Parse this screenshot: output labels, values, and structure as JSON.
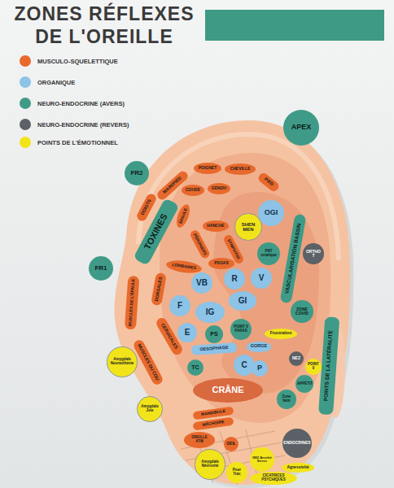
{
  "diagram": {
    "title": "ZONES RÉFLEXES DE L'OREILLE",
    "nodes": [
      {
        "text": [
          "APEX"
        ]
      },
      {
        "text": [
          "FR2"
        ]
      },
      {
        "text": [
          "MAIN/PIED"
        ]
      },
      {
        "text": [
          "POIGNET"
        ]
      },
      {
        "text": [
          "CHEVILLE"
        ]
      },
      {
        "text": [
          "PIED"
        ]
      },
      {
        "text": [
          "COUDE"
        ]
      },
      {
        "text": [
          "GENOU"
        ]
      },
      {
        "text": [
          "OGI"
        ]
      },
      {
        "text": [
          "DOIGTS"
        ]
      },
      {
        "text": [
          "ÉPAULE"
        ]
      },
      {
        "text": [
          "HANCHE"
        ]
      },
      {
        "text": [
          "SHEN MEN"
        ]
      },
      {
        "text": [
          "TOXINES"
        ]
      },
      {
        "text": [
          "PÉRONIERS"
        ]
      },
      {
        "text": [
          "SYMPHYSE"
        ]
      },
      {
        "text": [
          "VASCULARISATION BASSIN"
        ]
      },
      {
        "text": [
          "PNT sciatique"
        ]
      },
      {
        "text": [
          "ORTHO T"
        ]
      },
      {
        "text": [
          "FR1"
        ]
      },
      {
        "text": [
          "LOMBAIRES"
        ]
      },
      {
        "text": [
          "PSOAS"
        ]
      },
      {
        "text": [
          "VB"
        ]
      },
      {
        "text": [
          "R"
        ]
      },
      {
        "text": [
          "V"
        ]
      },
      {
        "text": [
          "GI"
        ]
      },
      {
        "text": [
          "F"
        ]
      },
      {
        "text": [
          "IG"
        ]
      },
      {
        "text": [
          "E"
        ]
      },
      {
        "text": [
          "PS"
        ]
      },
      {
        "text": [
          "POINT 0 PARAS"
        ]
      },
      {
        "text": [
          "ZONE COVID"
        ]
      },
      {
        "text": [
          "Frustration"
        ]
      },
      {
        "text": [
          "POINTS DE LA LATÉRALITÉ"
        ]
      },
      {
        "text": [
          "MUSCLES DE L'ÉPAULE"
        ]
      },
      {
        "text": [
          "DORSALES"
        ]
      },
      {
        "text": [
          "CERVICALES"
        ]
      },
      {
        "text": [
          "MUSCLES DU COU"
        ]
      },
      {
        "text": [
          "Amygdale Neurasthénie"
        ]
      },
      {
        "text": [
          "OESOPHAGE"
        ]
      },
      {
        "text": [
          "GORGE"
        ]
      },
      {
        "text": [
          "C"
        ]
      },
      {
        "text": [
          "P"
        ]
      },
      {
        "text": [
          "TC"
        ]
      },
      {
        "text": [
          "CRÂNE"
        ]
      },
      {
        "text": [
          "NEZ"
        ]
      },
      {
        "text": [
          "POINT 0"
        ]
      },
      {
        "text": [
          "APPÉTIT"
        ]
      },
      {
        "text": [
          "Zone faim"
        ]
      },
      {
        "text": [
          "ENDOCRINES"
        ]
      },
      {
        "text": [
          "Agressivité"
        ]
      },
      {
        "text": [
          "Amygdale Joie"
        ]
      },
      {
        "text": [
          "MANDIBULE"
        ]
      },
      {
        "text": [
          "MÂCHOIRE"
        ]
      },
      {
        "text": [
          "OREILLE ATM"
        ]
      },
      {
        "text": [
          "OEIL"
        ]
      },
      {
        "text": [
          "Amygdale Névrosité"
        ]
      },
      {
        "text": [
          "Pour Trac"
        ]
      },
      {
        "text": [
          "NEZ Anxiété Stress"
        ]
      },
      {
        "text": [
          "CICATRICES PSYCHIQUES"
        ]
      }
    ],
    "legend": [
      {
        "text": "MUSCULO-SQUELETTIQUE",
        "color": "#e8692c"
      },
      {
        "text": "ORGANIQUE",
        "color": "#8cc3e6"
      },
      {
        "text": "NEURO-ENDOCRINE (AVERS)",
        "color": "#3f9b87"
      },
      {
        "text": "NEURO-ENDOCRINE (REVERS)",
        "color": "#5b6166"
      },
      {
        "text": "POINTS DE L'ÉMOTIONNEL",
        "color": "#f2e41a"
      }
    ]
  }
}
